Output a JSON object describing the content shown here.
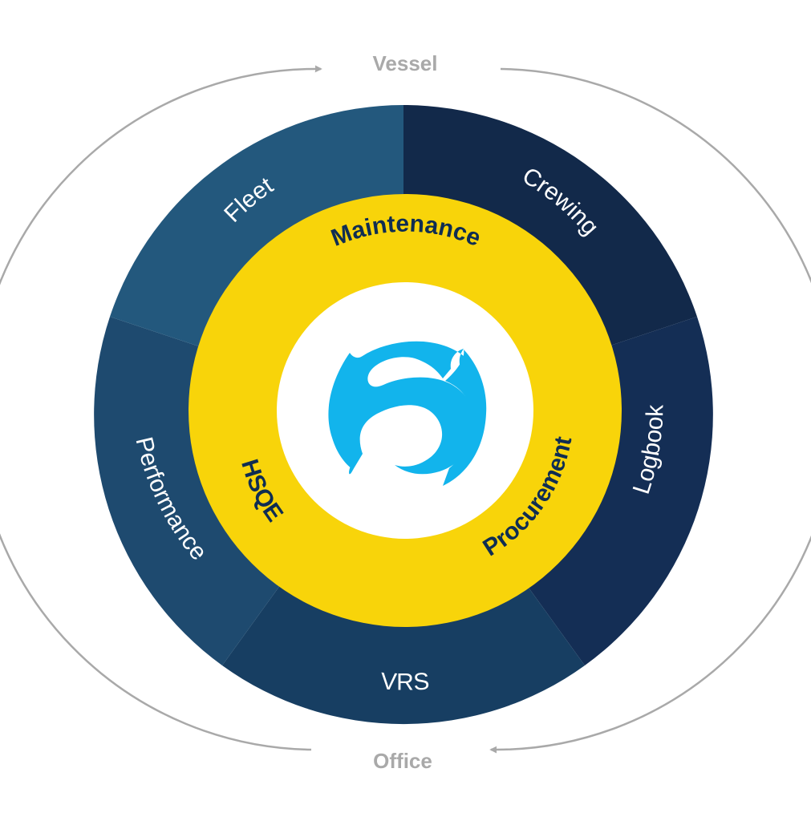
{
  "cycle": {
    "top_label": "Vessel",
    "bottom_label": "Office",
    "arrow_color": "#a9a9a9"
  },
  "outer_segments": [
    {
      "label": "Crewing",
      "color": "#12294a"
    },
    {
      "label": "Logbook",
      "color": "#142e55"
    },
    {
      "label": "VRS",
      "color": "#173e62"
    },
    {
      "label": "Performance",
      "color": "#1e4a6f"
    },
    {
      "label": "Fleet",
      "color": "#23587d"
    }
  ],
  "inner_ring": {
    "color": "#f8d40a",
    "labels": [
      "Maintenance",
      "Procurement",
      "HSQE"
    ]
  },
  "logo": {
    "icon": "s-logo-icon",
    "color": "#12b4ec",
    "background": "#ffffff"
  }
}
